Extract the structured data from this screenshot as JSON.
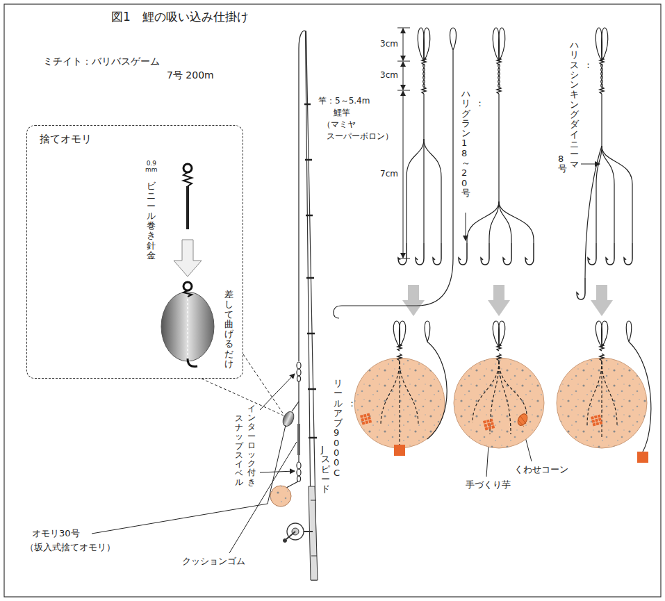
{
  "diagram": {
    "title": "図1　鯉の吸い込み仕掛け",
    "nodes": [
      {
        "text": [
          "捨てオモリ",
          "0.9 mm",
          "ビニール巻き針金",
          "差して曲げるだけ"
        ]
      }
    ],
    "labels": [
      "ミチイト：バリバスゲーム",
      "7号 200m",
      "竿：5～5.4m",
      "鯉竿",
      "（マミヤ",
      "スーパーボロン）",
      "リール：アブ9000C",
      "Jスピード",
      "インターロック付き",
      "スナップスイベル",
      "オモリ30号",
      "（坂入式捨てオモリ）",
      "クッションゴム",
      "3cm",
      "3cm",
      "7cm",
      "ハリ：グラン18～20号",
      "ハリス：シンキングダイニーマ",
      "8号",
      "手づくり芋",
      "くわせコーン"
    ]
  }
}
